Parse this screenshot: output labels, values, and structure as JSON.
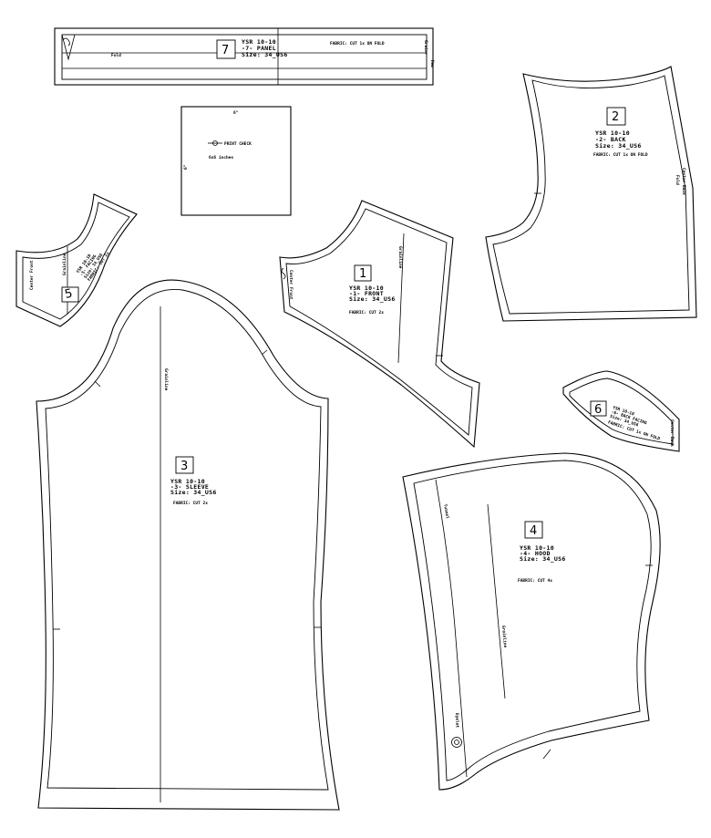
{
  "pieces": {
    "panel": {
      "number": "7",
      "line1": "YSR 10-10",
      "line2": "-7- PANEL",
      "line3": "Size: 34_US6",
      "fabric": "FABRIC: CUT 1x ON FOLD",
      "fold": "Fold",
      "grain": "Grain-",
      "hem": "Hem"
    },
    "print_check": {
      "top_dim": "6\"",
      "side_dim": "6\"",
      "title": "PRINT CHECK",
      "size": "6x6 inches"
    },
    "back": {
      "number": "2",
      "line1": "YSR 10-10",
      "line2": "-2- BACK",
      "line3": "Size: 34_US6",
      "fabric": "FABRIC: CUT 1x ON FOLD",
      "center_back": "Center Back",
      "fold": "Fold"
    },
    "front_facing": {
      "number": "5",
      "line1": "YSR 10-10",
      "line2": "-5- FACING",
      "line3": "Size: 34_US6",
      "fabric": "FABRIC: CUT 2x",
      "grainline": "Grainline",
      "center_front": "Center Front"
    },
    "front": {
      "number": "1",
      "line1": "YSR 10-10",
      "line2": "-1- FRONT",
      "line3": "Size: 34_US6",
      "fabric": "FABRIC: CUT 2x",
      "grainline": "Grainline",
      "center_front": "Center Front"
    },
    "back_facing": {
      "number": "6",
      "line1": "YSR 10-10",
      "line2": "-6- BACK FACING",
      "line3": "Size: 34_US6",
      "fabric": "FABRIC: CUT 1x ON FOLD",
      "center_back": "Center Back"
    },
    "sleeve": {
      "number": "3",
      "line1": "YSR 10-10",
      "line2": "-3- SLEEVE",
      "line3": "Size: 34_US6",
      "fabric": "FABRIC: CUT 2x",
      "grainline": "Grainline"
    },
    "hood": {
      "number": "4",
      "line1": "YSR 10-10",
      "line2": "-4- HOOD",
      "line3": "Size: 34_US6",
      "fabric": "FABRIC: CUT 4x",
      "grainline": "Grainline",
      "tunnel": "Tunnel",
      "eyelet": "Eyelet"
    }
  }
}
